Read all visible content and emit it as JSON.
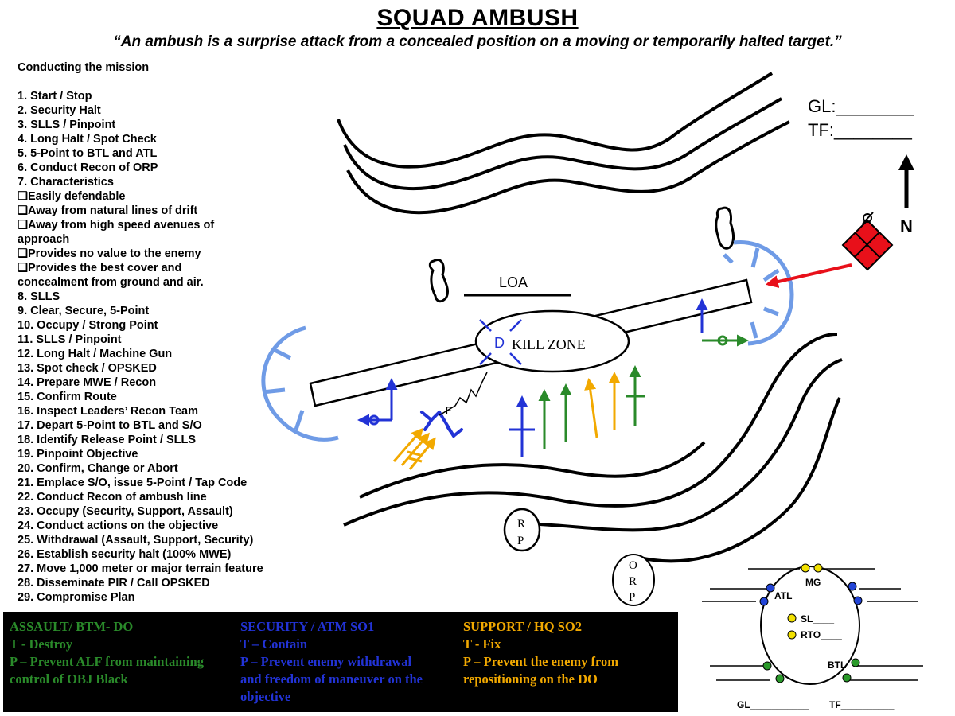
{
  "title": "SQUAD AMBUSH",
  "subtitle": "“An ambush is a surprise attack from a concealed position on a moving or temporarily halted target.”",
  "steps_heading": "Conducting the mission",
  "steps": {
    "s1": "1. Start / Stop",
    "s2": "2. Security Halt",
    "s3": "3. SLLS / Pinpoint",
    "s4": "4. Long Halt / Spot Check",
    "s5": "5. 5-Point to BTL and ATL",
    "s6": "6. Conduct Recon of ORP",
    "s7": "7. Characteristics",
    "c1": "❑Easily defendable",
    "c2": "❑Away from natural lines of drift",
    "c3a": "❑Away from high speed avenues of",
    "c3b": "approach",
    "c4": "❑Provides no value to the enemy",
    "c5a": "❑Provides the best cover and",
    "c5b": "concealment from ground and air.",
    "s8": "8. SLLS",
    "s9": "9. Clear, Secure, 5-Point",
    "s10": "10. Occupy / Strong Point",
    "s11": "11. SLLS / Pinpoint",
    "s12": "12. Long Halt / Machine Gun",
    "s13": "13. Spot check / OPSKED",
    "s14": "14. Prepare MWE / Recon",
    "s15": "15. Confirm Route",
    "s16": "16. Inspect Leaders’ Recon Team",
    "s17": "17. Depart 5-Point to BTL and S/O",
    "s18": "18. Identify Release Point / SLLS",
    "s19": "19. Pinpoint Objective",
    "s20": "20. Confirm, Change or Abort",
    "s21": "21. Emplace S/O, issue 5-Point / Tap Code",
    "s22": "22. Conduct Recon of ambush line",
    "s23": "23. Occupy (Security, Support, Assault)",
    "s24": "24. Conduct actions on the objective",
    "s25": "25. Withdrawal (Assault, Support, Security)",
    "s26": "26. Establish security halt (100% MWE)",
    "s27": "27. Move 1,000 meter or major terrain feature",
    "s28": "28. Disseminate PIR / Call OPSKED",
    "s29": "29. Compromise Plan"
  },
  "assault": {
    "l1": "ASSAULT/ BTM- DO",
    "l2": "T - Destroy",
    "l3": "P – Prevent ALF from maintaining",
    "l4": "control of OBJ Black"
  },
  "security": {
    "l1": "SECURITY / ATM  SO1",
    "l2": "T – Contain",
    "l3": "P – Prevent enemy withdrawal",
    "l4": "and freedom of maneuver on the",
    "l5": "objective"
  },
  "support": {
    "l1": "SUPPORT / HQ SO2",
    "l2": "T -  Fix",
    "l3": "P – Prevent the enemy from",
    "l4": "repositioning on the DO"
  },
  "map": {
    "gl_line": "GL:________",
    "tf_line": "TF:________",
    "north": "N",
    "loa": "LOA",
    "kill_zone": "KILL ZONE",
    "d": "D",
    "f": "F",
    "rp1": "R",
    "rp2": "P",
    "orp1": "O",
    "orp2": "R",
    "orp3": "P"
  },
  "formation": {
    "mg": "MG",
    "atl": "ATL",
    "sl": "SL____",
    "rto": "RTO____",
    "btl": "BTL",
    "gl": "GL___________",
    "tf": "TF__________"
  },
  "colors": {
    "assault": "#2a8a2a",
    "security": "#2233d6",
    "support": "#f2a900",
    "sector": "#6f9be6",
    "enemy": "#e8101a"
  }
}
